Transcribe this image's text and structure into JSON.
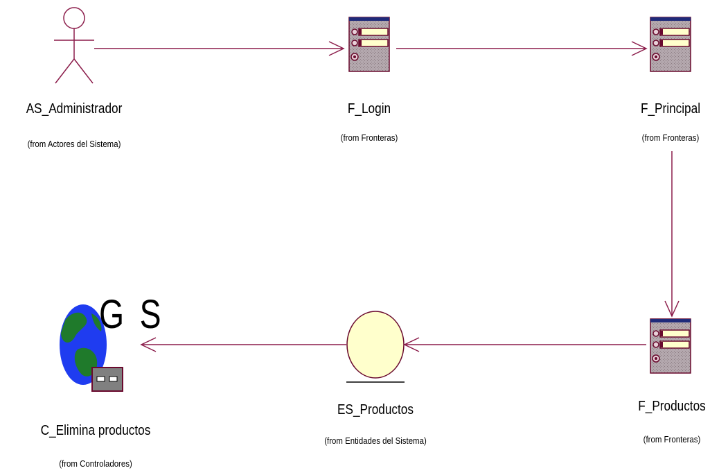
{
  "nodes": {
    "admin": {
      "name": "AS_Administrador",
      "from": "(from Actores del Sistema)",
      "type": "actor-icon"
    },
    "login": {
      "name": "F_Login",
      "from": "(from Fronteras)",
      "type": "boundary-form-icon"
    },
    "principal": {
      "name": "F_Principal",
      "from": "(from Fronteras)",
      "type": "boundary-form-icon"
    },
    "productos": {
      "name": "F_Productos",
      "from": "(from Fronteras)",
      "type": "boundary-form-icon"
    },
    "entity": {
      "name": "ES_Productos",
      "from": "(from Entidades del Sistema)",
      "type": "entity-icon"
    },
    "controller": {
      "name": "C_Elimina productos",
      "from": "(from Controladores)",
      "type": "controller-globe-icon",
      "logo_text": "G S"
    }
  },
  "edges": [
    {
      "from": "AS_Administrador",
      "to": "F_Login"
    },
    {
      "from": "F_Login",
      "to": "F_Principal"
    },
    {
      "from": "F_Principal",
      "to": "F_Productos"
    },
    {
      "from": "F_Productos",
      "to": "ES_Productos"
    },
    {
      "from": "ES_Productos",
      "to": "C_Elimina productos"
    }
  ],
  "colors": {
    "connector": "#8b1c4a",
    "form_border": "#6a0a2e",
    "form_fill": "#a89aa0",
    "form_title": "#1f2a7a",
    "entity_fill": "#ffffcc",
    "globe_ocean": "#1f3cf0",
    "globe_land": "#1f7a2b"
  }
}
